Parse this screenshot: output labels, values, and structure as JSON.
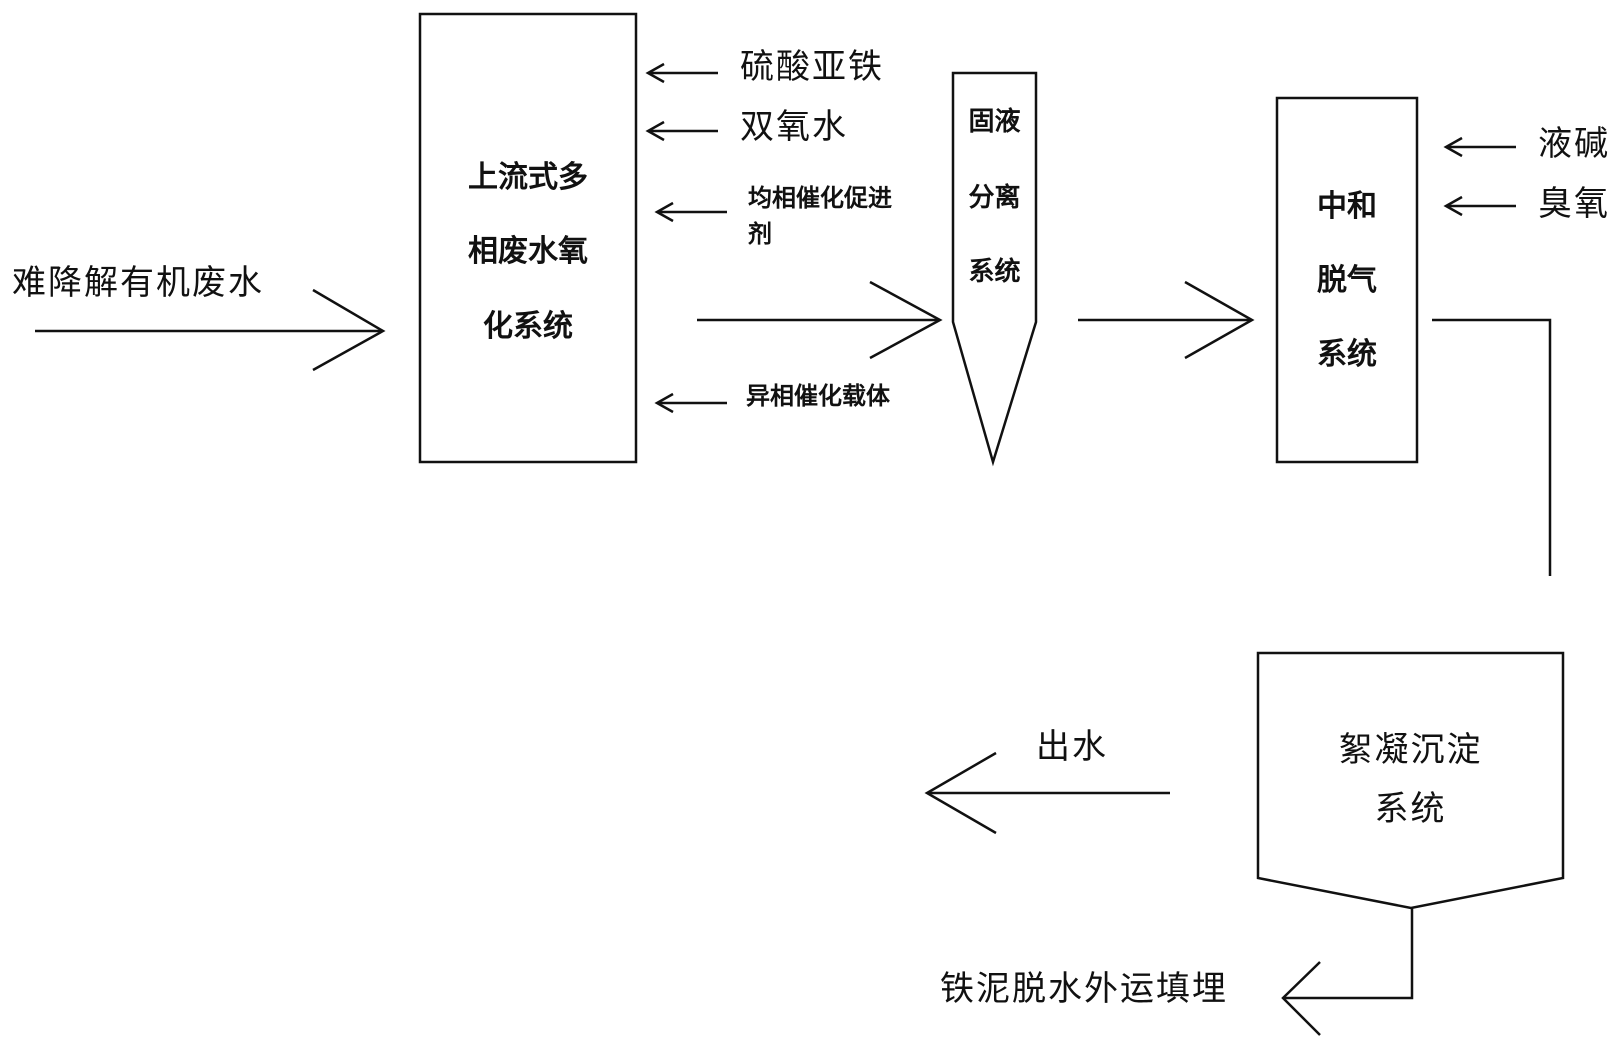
{
  "input": {
    "label": "难降解有机废水"
  },
  "oxidation_system": {
    "lines": [
      "上流式多",
      "相废水氧",
      "化系统"
    ],
    "reagents": [
      "硫酸亚铁",
      "双氧水",
      "均相催化促进",
      "剂",
      "异相催化载体"
    ]
  },
  "separation_system": {
    "lines": [
      "固液",
      "分离",
      "系统"
    ]
  },
  "neutralization_system": {
    "lines": [
      "中和",
      "脱气",
      "系统"
    ],
    "reagents": [
      "液碱",
      "臭氧"
    ]
  },
  "flocculation_system": {
    "lines": [
      "絮凝沉淀",
      "系统"
    ]
  },
  "outputs": {
    "water": "出水",
    "sludge": "铁泥脱水外运填埋"
  }
}
